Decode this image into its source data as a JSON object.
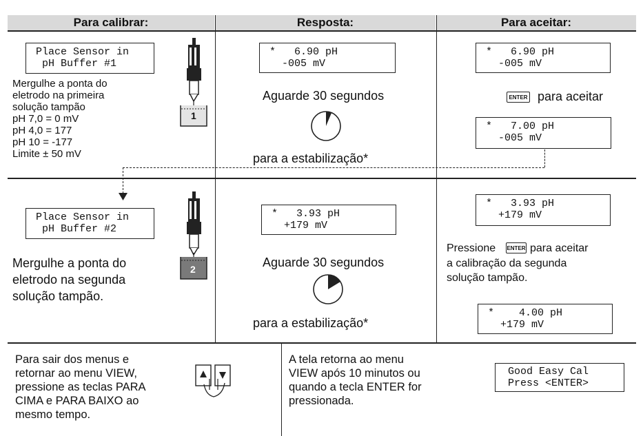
{
  "headers": {
    "col1": "Para calibrar:",
    "col2": "Resposta:",
    "col3": "Para aceitar:"
  },
  "row1": {
    "lcd_prompt": "Place Sensor in\n pH Buffer #1",
    "instructions": "Mergulhe a ponta do\neletrodo na primeira\nsolução tampão\npH 7,0 = 0 mV\npH 4,0 = 177\npH 10 = -177\nLimite ± 50 mV",
    "buffer_number": "1",
    "response_lcd": "*   6.90 pH\n  -005 mV",
    "wait_text": "Aguarde 30 segundos",
    "stabilize_text": "para a estabilização*",
    "accept_lcd_before": "*   6.90 pH\n  -005 mV",
    "enter_key": "ENTER",
    "accept_text": "para aceitar",
    "accept_lcd_after": "*   7.00 pH\n  -005 mV"
  },
  "row2": {
    "lcd_prompt": "Place Sensor in\n pH Buffer #2",
    "instructions": "Mergulhe a ponta do\neletrodo na segunda\nsolução tampão.",
    "buffer_number": "2",
    "response_lcd": "*   3.93 pH\n  +179 mV",
    "wait_text": "Aguarde 30 segundos",
    "stabilize_text": "para a estabilização*",
    "accept_lcd_before": "*   3.93 pH\n  +179 mV",
    "press_text": "Pressione",
    "enter_key": "ENTER",
    "press_text_after": "para aceitar",
    "press_text_rest": "a calibração da segunda\nsolução tampão.",
    "accept_lcd_after": "*    4.00 pH\n  +179 mV"
  },
  "row3": {
    "exit_text": "Para sair dos menus e\nretornar ao menu VIEW,\npressione as teclas PARA\nCIMA e PARA BAIXO ao\nmesmo tempo.",
    "return_text": "A tela retorna ao menu\nVIEW após 10 minutos ou\nquando a tecla ENTER for\npressionada.",
    "final_lcd": "Good Easy Cal\nPress <ENTER>"
  }
}
